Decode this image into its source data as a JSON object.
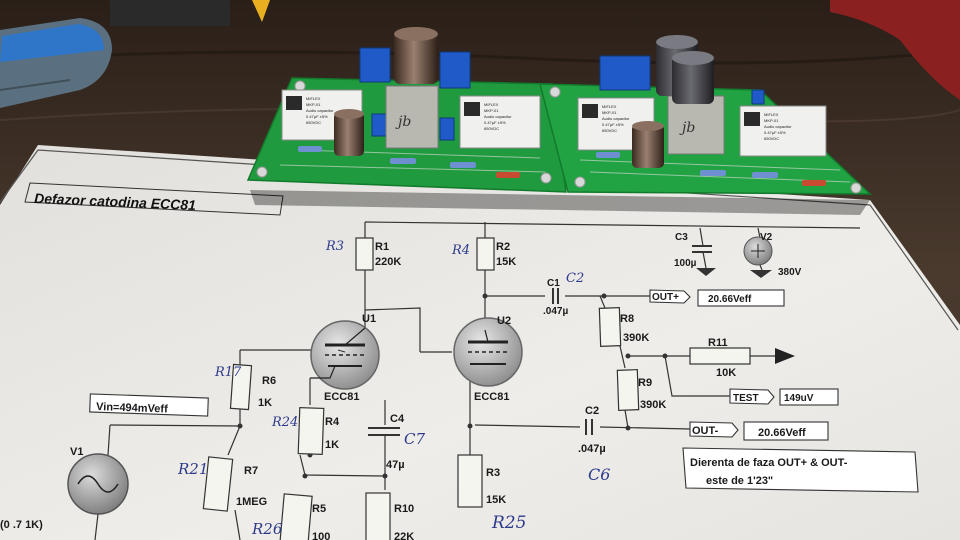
{
  "schematic": {
    "title": "Defazor catodina ECC81",
    "tubes": [
      {
        "id": "U1",
        "type": "ECC81"
      },
      {
        "id": "U2",
        "type": "ECC81"
      }
    ],
    "components": {
      "R1": {
        "ref": "R1",
        "value": "220K",
        "handwritten": "R3"
      },
      "R2": {
        "ref": "R2",
        "value": "15K",
        "handwritten": "R4"
      },
      "R3": {
        "ref": "R3",
        "value": "15K",
        "handwritten": "R25"
      },
      "R4": {
        "ref": "R4",
        "value": "1K",
        "handwritten": "R24"
      },
      "R5": {
        "ref": "R5",
        "value": "100",
        "handwritten": "R26"
      },
      "R6": {
        "ref": "R6",
        "value": "1K",
        "handwritten": "R17"
      },
      "R7": {
        "ref": "R7",
        "value": "1MEG",
        "handwritten": "R21"
      },
      "R8": {
        "ref": "R8",
        "value": "390K"
      },
      "R9": {
        "ref": "R9",
        "value": "390K"
      },
      "R10": {
        "ref": "R10",
        "value": "22K"
      },
      "R11": {
        "ref": "R11",
        "value": "10K"
      },
      "C1": {
        "ref": "C1",
        "value": ".047µ",
        "handwritten": "C2"
      },
      "C2": {
        "ref": "C2",
        "value": ".047µ",
        "handwritten": "C6"
      },
      "C3": {
        "ref": "C3",
        "value": "100µ"
      },
      "C4": {
        "ref": "C4",
        "value": "47µ",
        "handwritten": "C7"
      },
      "V1": {
        "ref": "V1",
        "value": "(0 .7 1K)"
      },
      "V2": {
        "ref": "V2",
        "value": "380V"
      }
    },
    "vin": "Vin=494mVeff",
    "out_plus": {
      "label": "OUT+",
      "value": "20.66Veff"
    },
    "out_minus": {
      "label": "OUT-",
      "value": "20.66Veff"
    },
    "test": {
      "label": "TEST",
      "value": "149uV"
    },
    "note": [
      "Dierenta de faza OUT+ & OUT-",
      "este de 1'23\""
    ]
  },
  "pcb": {
    "cap_label_lines": [
      "MIFLEX",
      "MKP-01",
      "Audio capacitor",
      "0.47µF ±5%",
      "650VDC"
    ],
    "jb_label": "jb"
  },
  "colors": {
    "table": "#3a2c22",
    "paper": "#eceae6",
    "pcb": "#1f9a3e",
    "ink_hand": "#2d3a8c"
  }
}
